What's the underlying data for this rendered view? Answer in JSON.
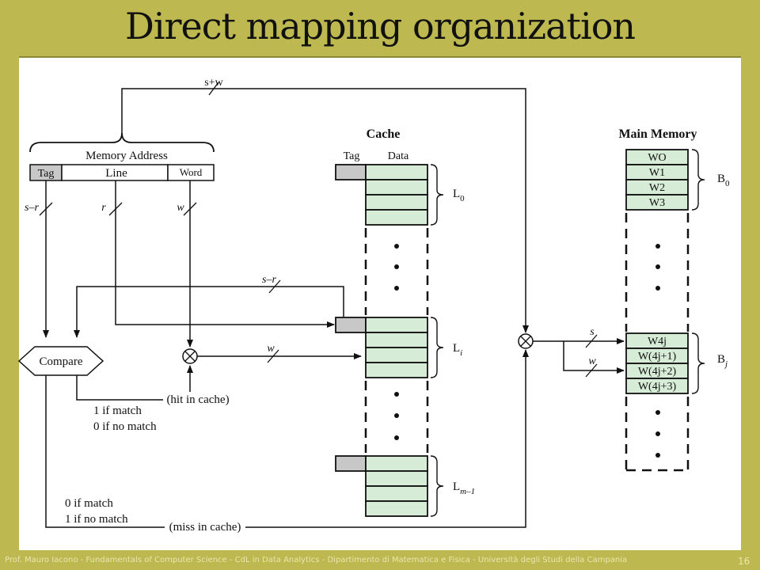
{
  "slide": {
    "title": "Direct mapping organization",
    "footer": "Prof. Mauro Iacono - Fundamentals of Computer Science - CdL in Data Analytics - Dipartimento di Matematica e Fisica - Università degli Studi della Campania",
    "page_number": "16"
  },
  "diagram": {
    "address_width_label": "s+w",
    "memory_address_label": "Memory Address",
    "address_fields": {
      "tag": "Tag",
      "line": "Line",
      "word": "Word"
    },
    "bus_labels": {
      "tag_bits": "s–r",
      "line_bits": "r",
      "word_bits": "w",
      "compare_tag_bits": "s–r",
      "word_to_cache": "w",
      "mem_s": "s",
      "mem_w": "w"
    },
    "compare_label": "Compare",
    "hit_label": "(hit in cache)",
    "miss_label": "(miss in cache)",
    "hit_cond_1": "1 if match",
    "hit_cond_2": "0 if no match",
    "miss_cond_1": "0 if match",
    "miss_cond_2": "1 if no match",
    "cache": {
      "title": "Cache",
      "col_tag": "Tag",
      "col_data": "Data",
      "line_labels": [
        {
          "main": "L",
          "sub": "0"
        },
        {
          "main": "L",
          "sub": "i"
        },
        {
          "main": "L",
          "sub": "m–1"
        }
      ]
    },
    "main_memory": {
      "title": "Main Memory",
      "block0_words": [
        "WO",
        "W1",
        "W2",
        "W3"
      ],
      "blockj_words": [
        "W4j",
        "W(4j+1)",
        "W(4j+2)",
        "W(4j+3)"
      ],
      "block_labels": [
        {
          "main": "B",
          "sub": "0"
        },
        {
          "main": "B",
          "sub": "j"
        }
      ]
    },
    "colors": {
      "cache_cell": "#d6ecd6",
      "tag_cell": "#c8c8c8",
      "address_tag": "#c8c8c8"
    }
  }
}
